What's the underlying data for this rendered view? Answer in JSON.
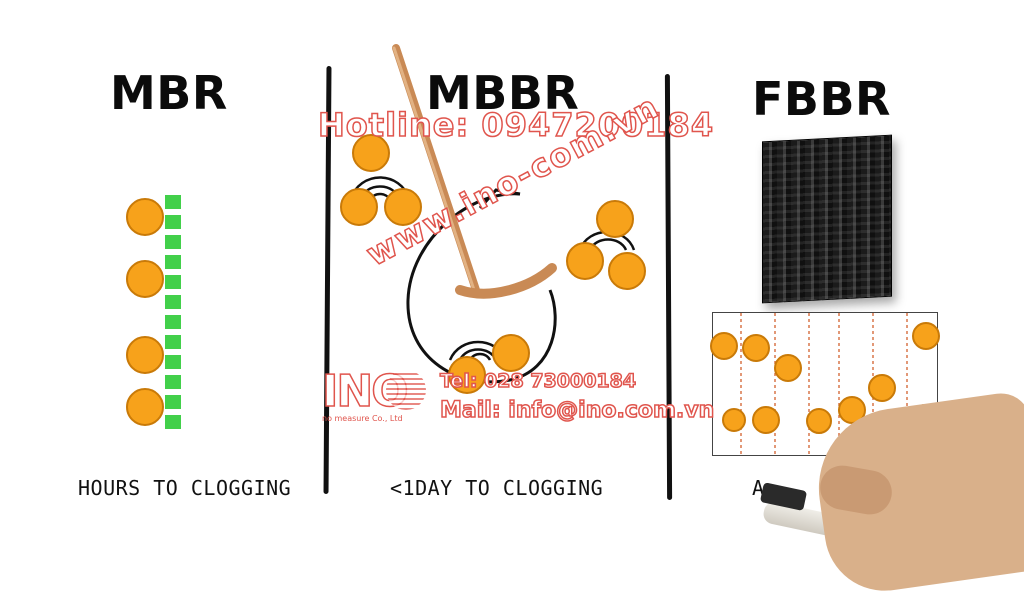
{
  "columns": {
    "mbr": {
      "title": "MBR",
      "caption": "HOURS TO CLOGGING"
    },
    "mbbr": {
      "title": "MBBR",
      "caption": "<1DAY TO CLOGGING"
    },
    "fbbr": {
      "title": "FBBR",
      "caption": "A"
    }
  },
  "watermark": {
    "hotline": "Hotline: 0947200184",
    "website": "www.ino-com.vn",
    "tel": "Tel: 028 73000184",
    "mail": "Mail: info@ino.com.vn",
    "logo": "INO",
    "logo_sub": "no measure Co., Ltd"
  },
  "colors": {
    "particle": "#f7a21b",
    "membrane": "#42d04a",
    "watermark": "#e0554d"
  }
}
